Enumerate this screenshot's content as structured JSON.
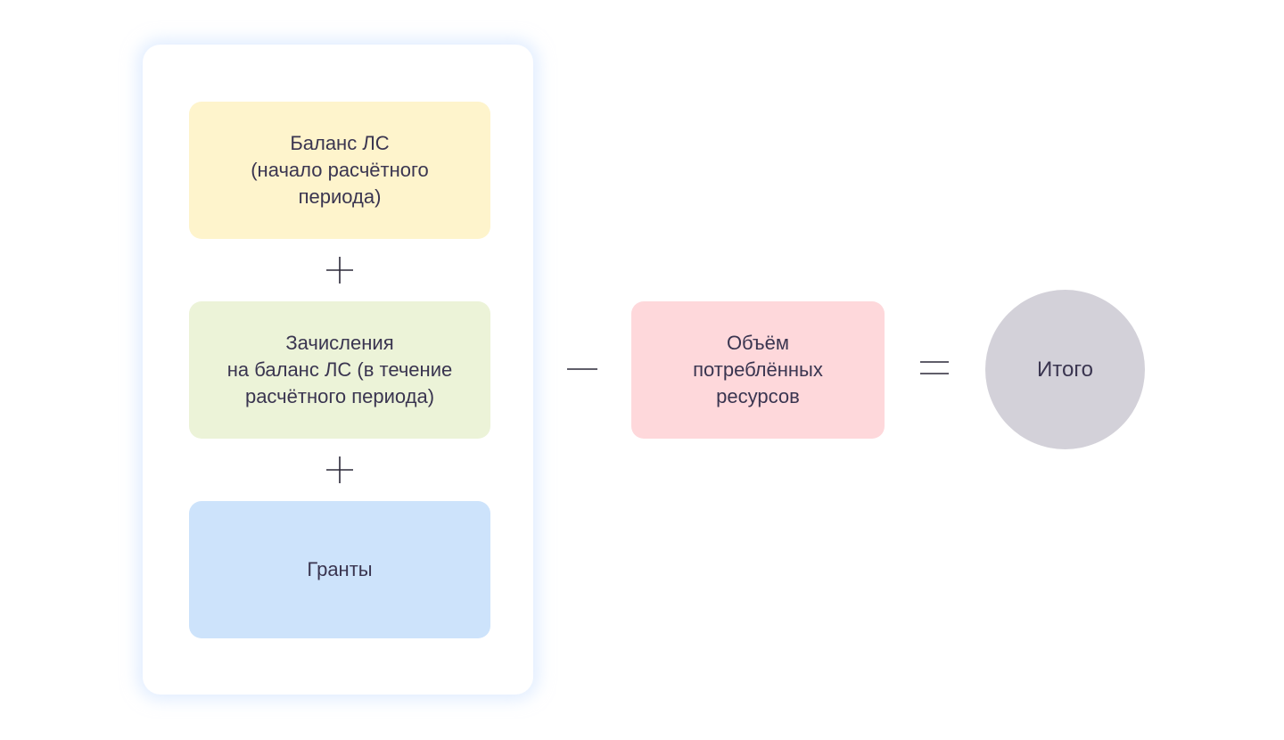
{
  "diagram": {
    "group": {
      "balance": "Баланс ЛС\n(начало расчётного\nпериода)",
      "credits": "Зачисления\nна баланс ЛС (в течение\nрасчётного периода)",
      "grants": "Гранты"
    },
    "usage": "Объём\nпотреблённых\nресурсов",
    "total": "Итого",
    "operators": {
      "plus": "plus-icon",
      "minus": "minus-icon",
      "equals": "equals-icon"
    },
    "colors": {
      "balance_fill": "#fef4cc",
      "credits_fill": "#ecf3d8",
      "grants_fill": "#cde3fb",
      "usage_fill": "#fed8db",
      "total_fill": "#d3d1d9",
      "text": "#3a3550",
      "operator": "#2b2838"
    }
  }
}
